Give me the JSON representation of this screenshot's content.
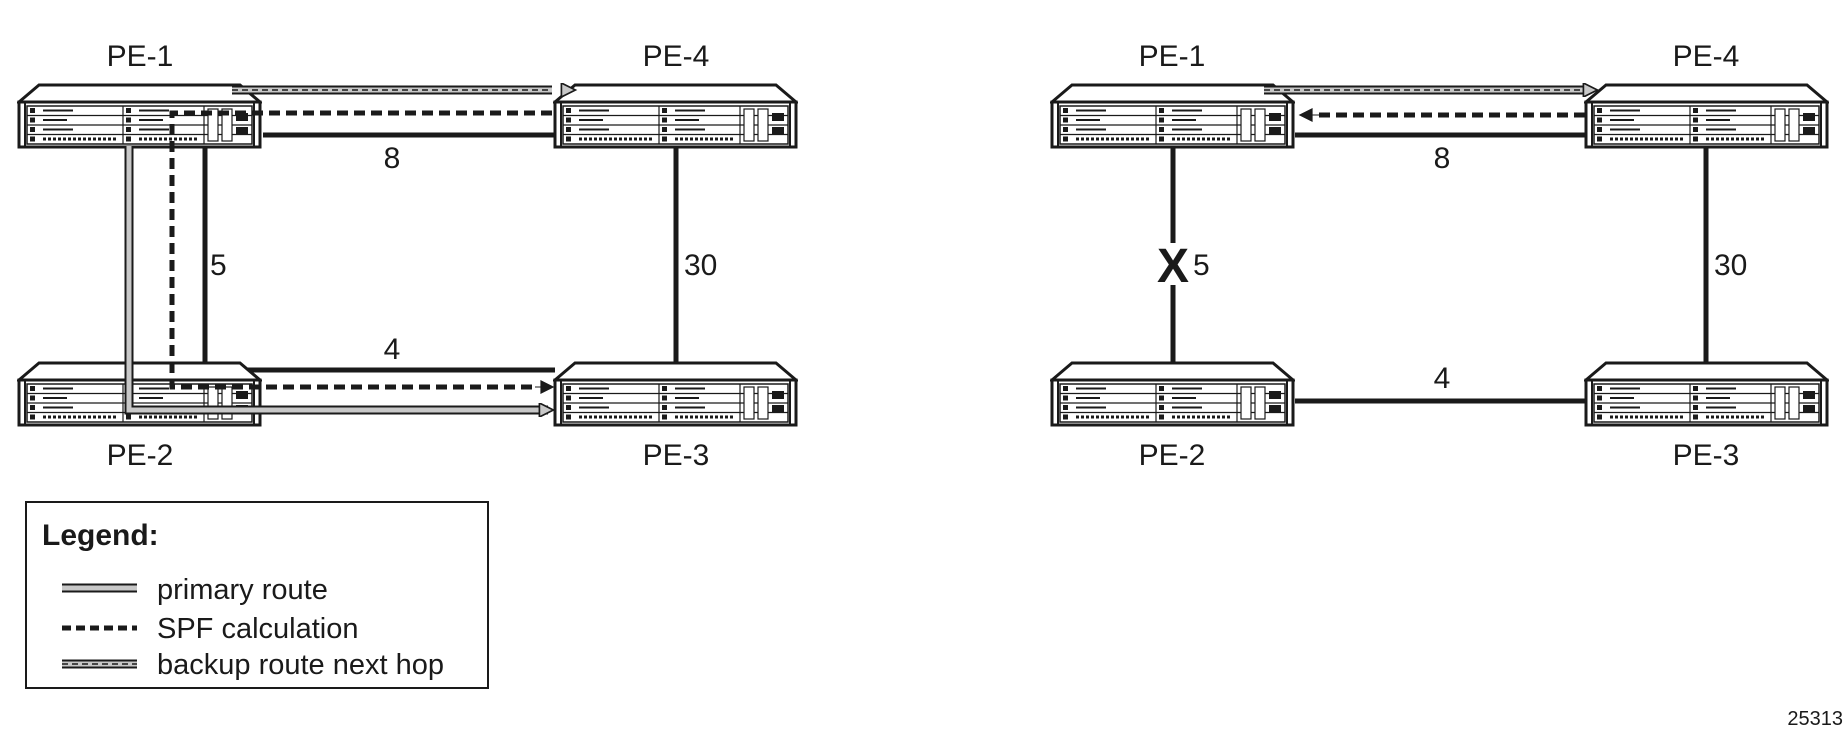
{
  "diagrams": [
    {
      "nodes": [
        {
          "id": "pe1",
          "label": "PE-1"
        },
        {
          "id": "pe4",
          "label": "PE-4"
        },
        {
          "id": "pe2",
          "label": "PE-2"
        },
        {
          "id": "pe3",
          "label": "PE-3"
        }
      ],
      "links": [
        {
          "from": "pe1",
          "to": "pe4",
          "metric": "8"
        },
        {
          "from": "pe1",
          "to": "pe2",
          "metric": "5"
        },
        {
          "from": "pe4",
          "to": "pe3",
          "metric": "30"
        },
        {
          "from": "pe2",
          "to": "pe3",
          "metric": "4"
        }
      ],
      "paths": [
        {
          "style": "backup route next hop",
          "from": "pe1",
          "to": "pe4"
        },
        {
          "style": "SPF calculation",
          "from": "pe4",
          "via": "pe1",
          "to": "pe3"
        },
        {
          "style": "primary route",
          "from": "pe1",
          "via": "pe2",
          "to": "pe3"
        }
      ]
    },
    {
      "nodes": [
        {
          "id": "pe1",
          "label": "PE-1"
        },
        {
          "id": "pe4",
          "label": "PE-4"
        },
        {
          "id": "pe2",
          "label": "PE-2"
        },
        {
          "id": "pe3",
          "label": "PE-3"
        }
      ],
      "links": [
        {
          "from": "pe1",
          "to": "pe4",
          "metric": "8"
        },
        {
          "from": "pe1",
          "to": "pe2",
          "metric": "5",
          "failed": true,
          "failure_mark": "X"
        },
        {
          "from": "pe4",
          "to": "pe3",
          "metric": "30"
        },
        {
          "from": "pe2",
          "to": "pe3",
          "metric": "4"
        }
      ],
      "paths": [
        {
          "style": "backup route next hop",
          "from": "pe1",
          "to": "pe4"
        },
        {
          "style": "SPF calculation",
          "from": "pe4",
          "to": "pe1"
        }
      ]
    }
  ],
  "legend": {
    "title": "Legend:",
    "items": [
      {
        "style": "primary",
        "label": "primary route"
      },
      {
        "style": "spf",
        "label": "SPF calculation"
      },
      {
        "style": "backup",
        "label": "backup route next hop"
      }
    ]
  },
  "figure_id": "25313",
  "colors": {
    "line": "#1a1a1a",
    "arrow_fill": "#c8c8c8",
    "background": "#ffffff"
  }
}
